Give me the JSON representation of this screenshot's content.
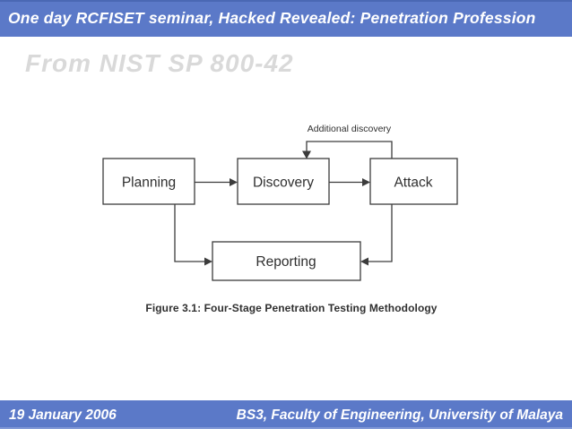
{
  "header": {
    "title": "One day RCFISET seminar, Hacked Revealed: Penetration Profession"
  },
  "title": "From NIST SP 800-42",
  "diagram": {
    "nodes": {
      "planning": "Planning",
      "discovery": "Discovery",
      "attack": "Attack",
      "reporting": "Reporting"
    },
    "feedback_label": "Additional discovery",
    "caption": "Figure 3.1: Four-Stage Penetration Testing Methodology"
  },
  "footer": {
    "date": "19 January 2006",
    "affiliation": "BS3, Faculty of Engineering, University of Malaya"
  },
  "colors": {
    "bar_blue": "#5b79c8",
    "bar_blue_dark": "#4a68b4",
    "bar_blue_light": "#8299d6",
    "title_gray": "#d9d9d9",
    "diagram_line": "#3c3c3c",
    "diagram_text": "#2f2f2f"
  }
}
